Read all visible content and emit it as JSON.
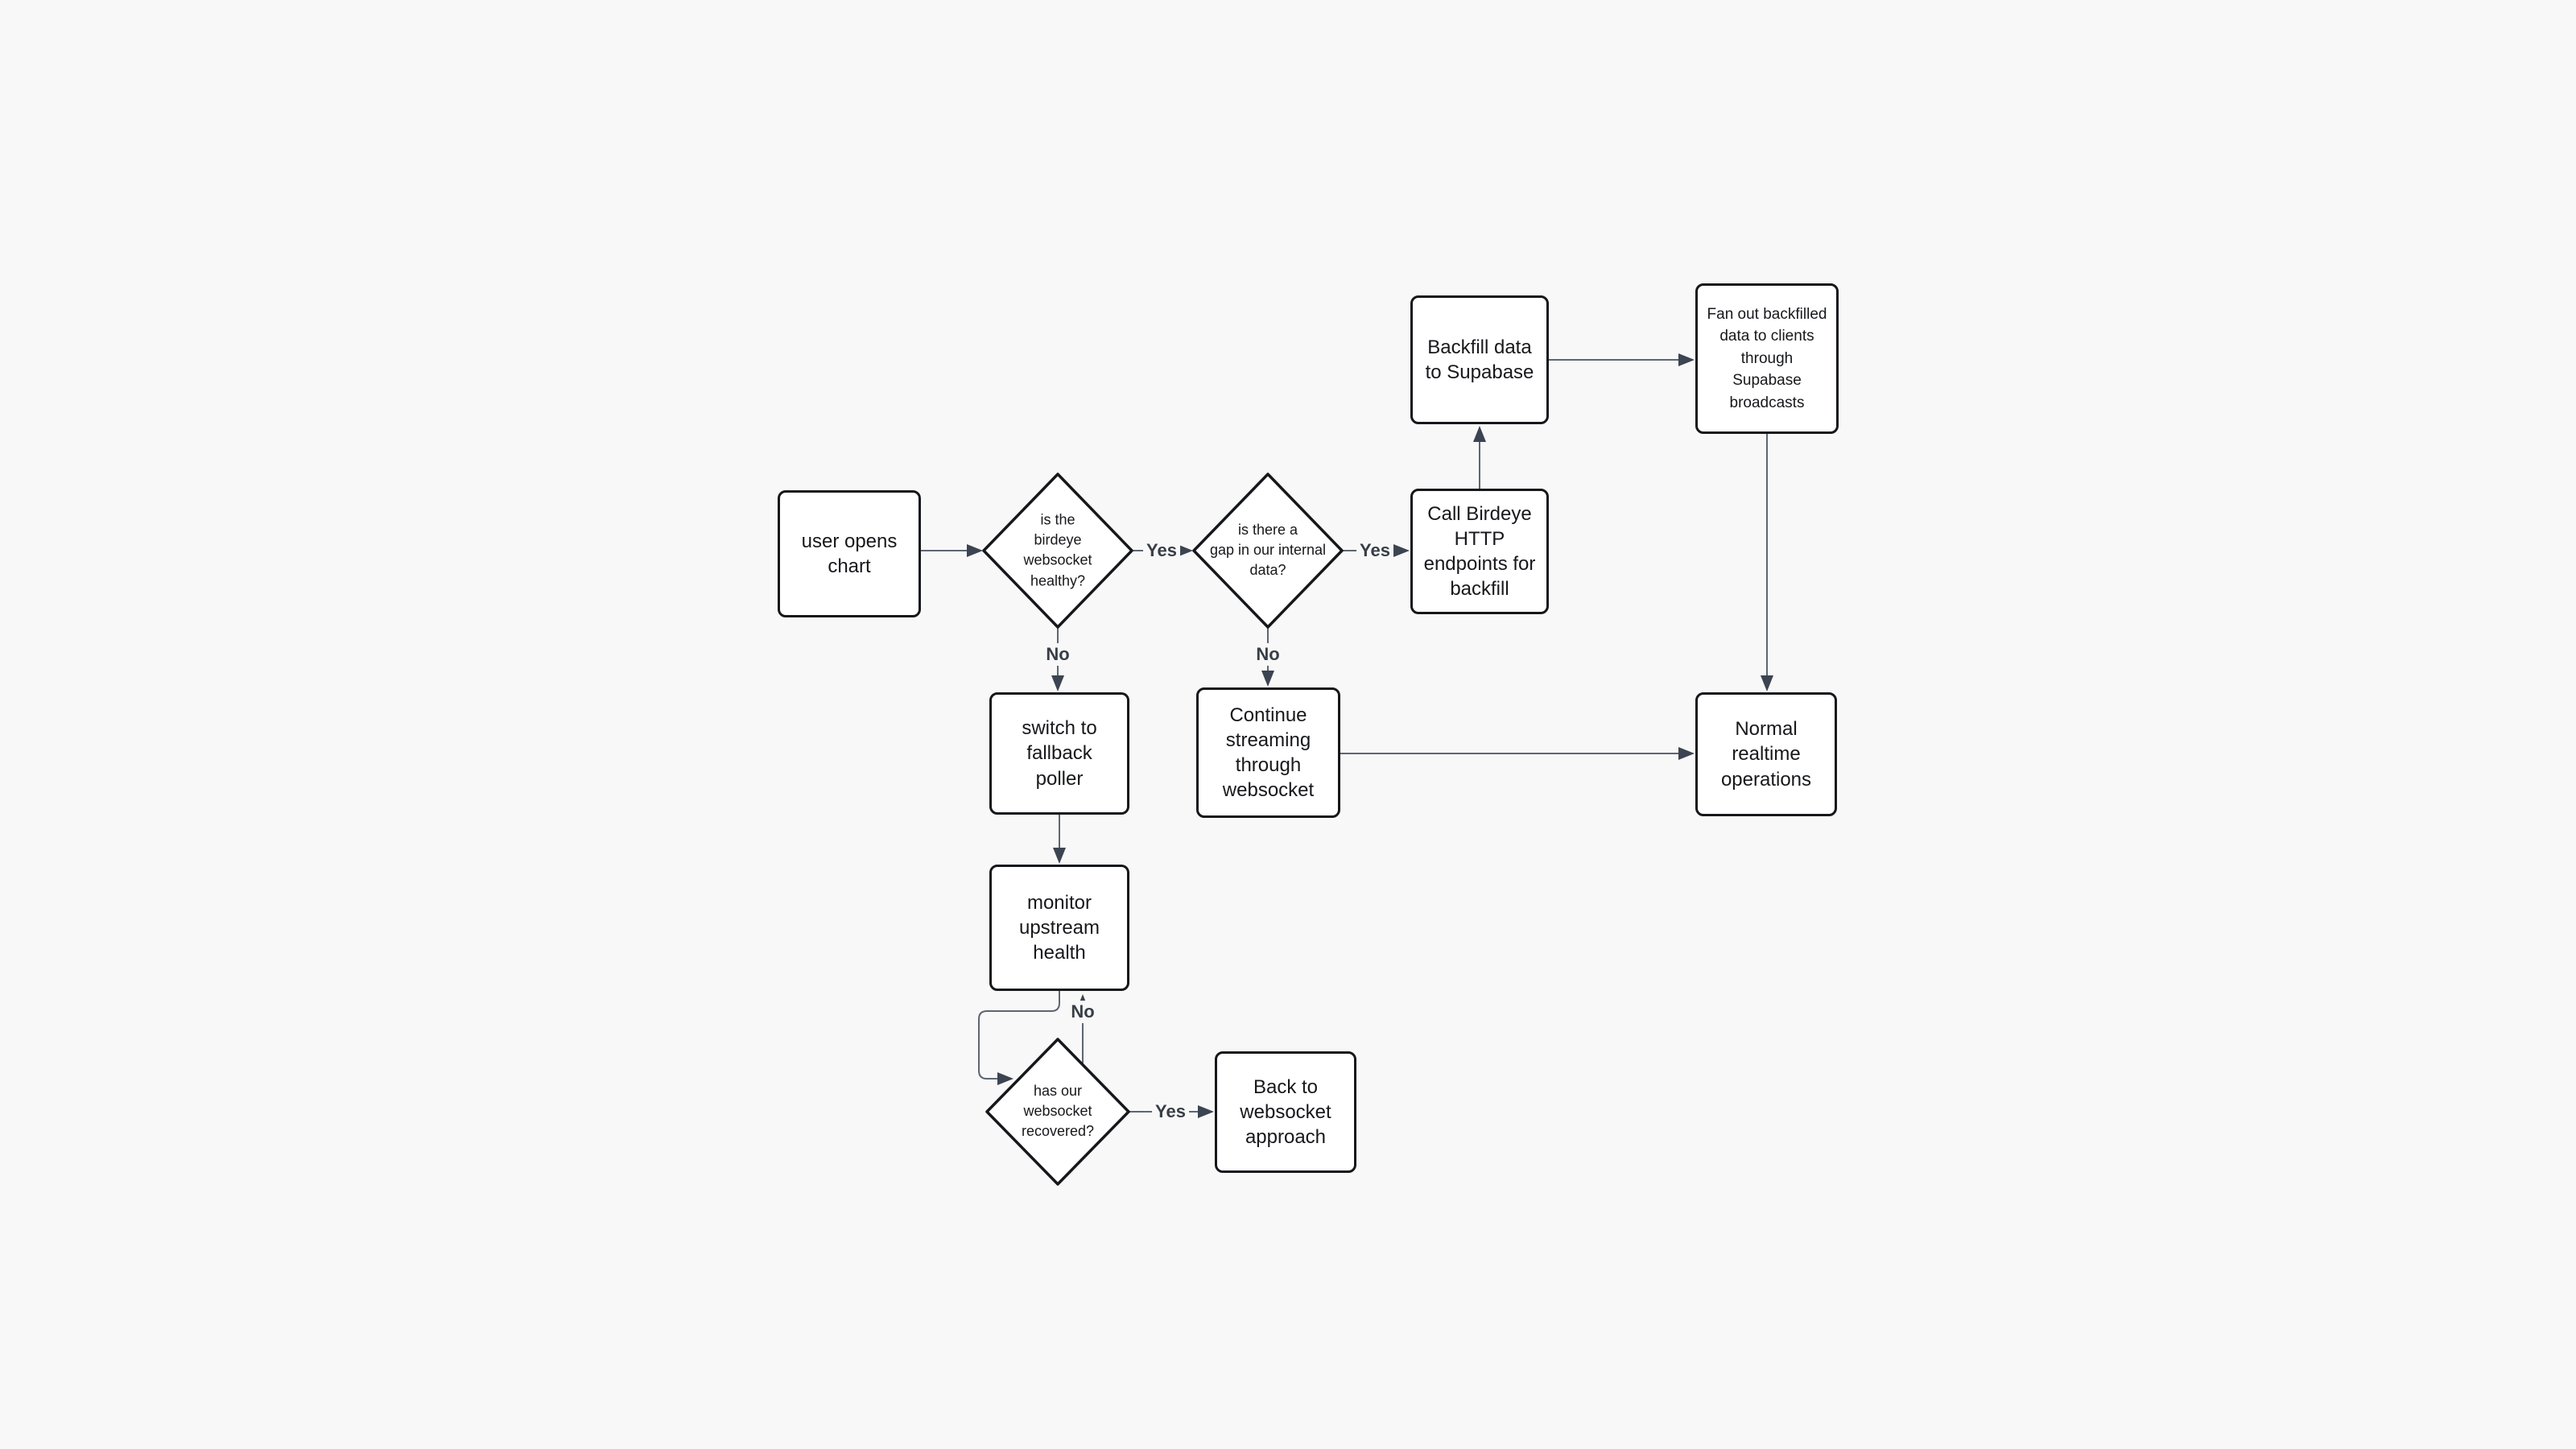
{
  "diagram": {
    "background_color": "#f8f8f8",
    "node_fill_color": "#ffffff",
    "node_border_color": "#15171a",
    "edge_color": "#5d6673",
    "arrowhead_color": "#3c4451",
    "text_color": "#17181b",
    "edge_label_color": "#383e47",
    "nodes": {
      "user_opens_chart": {
        "type": "process",
        "label": "user opens\nchart"
      },
      "websocket_healthy": {
        "type": "decision",
        "label": "is the\nbirdeye\nwebsocket\nhealthy?"
      },
      "gap_in_data": {
        "type": "decision",
        "label": "is there a\ngap in our internal\ndata?"
      },
      "call_birdeye": {
        "type": "process",
        "label": "Call Birdeye\nHTTP\nendpoints for\nbackfill"
      },
      "backfill_supabase": {
        "type": "process",
        "label": "Backfill data\nto Supabase"
      },
      "fan_out": {
        "type": "process",
        "label": "Fan out backfilled\ndata to clients\nthrough\nSupabase\nbroadcasts"
      },
      "switch_fallback": {
        "type": "process",
        "label": "switch to\nfallback\npoller"
      },
      "continue_streaming": {
        "type": "process",
        "label": "Continue\nstreaming\nthrough\nwebsocket"
      },
      "normal_realtime": {
        "type": "process",
        "label": "Normal\nrealtime\noperations"
      },
      "monitor_upstream": {
        "type": "process",
        "label": "monitor\nupstream\nhealth"
      },
      "websocket_recovered": {
        "type": "decision",
        "label": "has our\nwebsocket\nrecovered?"
      },
      "back_to_websocket": {
        "type": "process",
        "label": "Back to\nwebsocket\napproach"
      }
    },
    "edges": [
      {
        "from": "user_opens_chart",
        "to": "websocket_healthy",
        "label": ""
      },
      {
        "from": "websocket_healthy",
        "to": "gap_in_data",
        "label": "Yes"
      },
      {
        "from": "websocket_healthy",
        "to": "switch_fallback",
        "label": "No"
      },
      {
        "from": "gap_in_data",
        "to": "call_birdeye",
        "label": "Yes"
      },
      {
        "from": "gap_in_data",
        "to": "continue_streaming",
        "label": "No"
      },
      {
        "from": "call_birdeye",
        "to": "backfill_supabase",
        "label": ""
      },
      {
        "from": "backfill_supabase",
        "to": "fan_out",
        "label": ""
      },
      {
        "from": "fan_out",
        "to": "normal_realtime",
        "label": ""
      },
      {
        "from": "continue_streaming",
        "to": "normal_realtime",
        "label": ""
      },
      {
        "from": "switch_fallback",
        "to": "monitor_upstream",
        "label": ""
      },
      {
        "from": "monitor_upstream",
        "to": "websocket_recovered",
        "label": ""
      },
      {
        "from": "websocket_recovered",
        "to": "monitor_upstream",
        "label": "No"
      },
      {
        "from": "websocket_recovered",
        "to": "back_to_websocket",
        "label": "Yes"
      }
    ]
  }
}
